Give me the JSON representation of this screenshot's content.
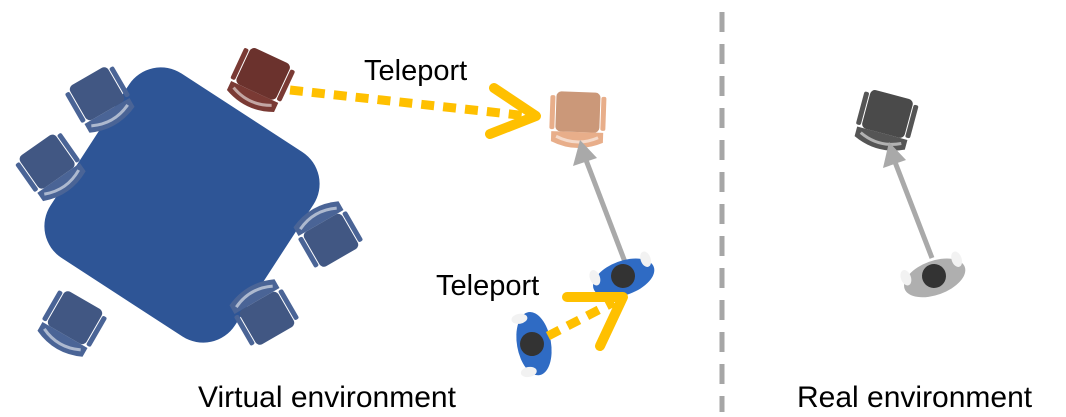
{
  "labels": {
    "teleport_top": "Teleport",
    "teleport_bottom": "Teleport",
    "virtual_environment": "Virtual environment",
    "real_environment": "Real environment"
  },
  "colors": {
    "table": "#2E5596",
    "chair_blue": "#4A6496",
    "chair_red": "#7A3A34",
    "chair_peach": "#E8AE8A",
    "chair_dark_gray": "#555555",
    "person_blue": "#2F6BC4",
    "person_gray": "#AFAFAF",
    "person_head": "#333333",
    "teleport_arrow": "#FFC000",
    "walk_arrow": "#A9A9A9",
    "divider": "#A6A6A6"
  },
  "icons": {
    "table": "square-table-icon",
    "chair": "chair-icon",
    "person": "person-top-view-icon"
  }
}
